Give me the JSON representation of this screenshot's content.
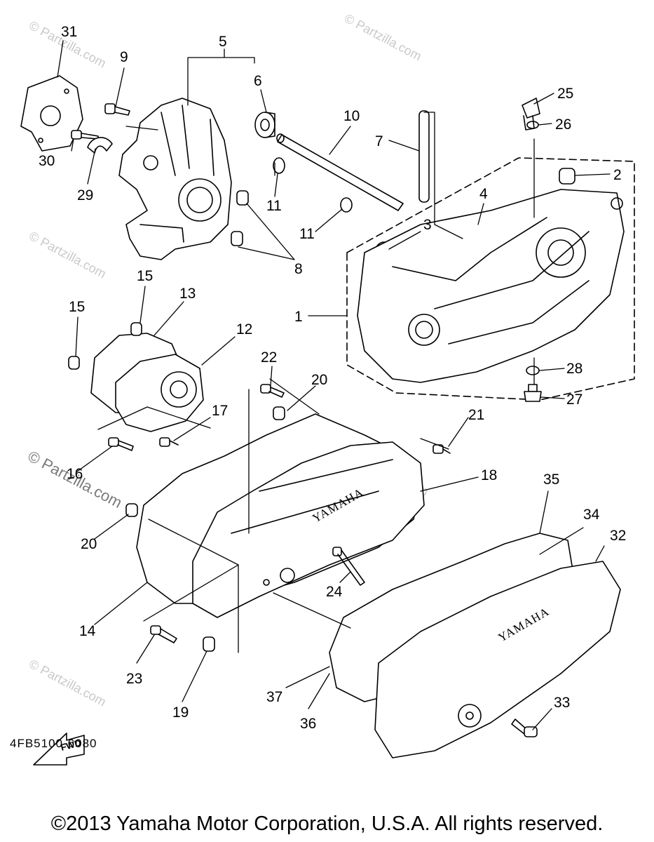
{
  "diagram": {
    "code": "4FB5100-6080",
    "copyright": "©2013 Yamaha Motor Corporation, U.S.A. All rights reserved.",
    "fwd_label": "FWD",
    "brand_mark": "YAMAHA",
    "watermark": "© Partzilla.com",
    "callouts": [
      {
        "id": "31",
        "label": "31"
      },
      {
        "id": "9",
        "label": "9"
      },
      {
        "id": "5",
        "label": "5"
      },
      {
        "id": "6",
        "label": "6"
      },
      {
        "id": "30",
        "label": "30"
      },
      {
        "id": "29",
        "label": "29"
      },
      {
        "id": "10",
        "label": "10"
      },
      {
        "id": "7",
        "label": "7"
      },
      {
        "id": "25",
        "label": "25"
      },
      {
        "id": "26",
        "label": "26"
      },
      {
        "id": "2",
        "label": "2"
      },
      {
        "id": "4",
        "label": "4"
      },
      {
        "id": "11a",
        "label": "11"
      },
      {
        "id": "11b",
        "label": "11"
      },
      {
        "id": "3",
        "label": "3"
      },
      {
        "id": "8",
        "label": "8"
      },
      {
        "id": "1",
        "label": "1"
      },
      {
        "id": "15a",
        "label": "15"
      },
      {
        "id": "13",
        "label": "13"
      },
      {
        "id": "15b",
        "label": "15"
      },
      {
        "id": "12",
        "label": "12"
      },
      {
        "id": "28",
        "label": "28"
      },
      {
        "id": "22",
        "label": "22"
      },
      {
        "id": "20a",
        "label": "20"
      },
      {
        "id": "27",
        "label": "27"
      },
      {
        "id": "17",
        "label": "17"
      },
      {
        "id": "21",
        "label": "21"
      },
      {
        "id": "16",
        "label": "16"
      },
      {
        "id": "18",
        "label": "18"
      },
      {
        "id": "35",
        "label": "35"
      },
      {
        "id": "34",
        "label": "34"
      },
      {
        "id": "32",
        "label": "32"
      },
      {
        "id": "20b",
        "label": "20"
      },
      {
        "id": "24",
        "label": "24"
      },
      {
        "id": "14",
        "label": "14"
      },
      {
        "id": "23",
        "label": "23"
      },
      {
        "id": "37",
        "label": "37"
      },
      {
        "id": "36",
        "label": "36"
      },
      {
        "id": "33",
        "label": "33"
      },
      {
        "id": "19",
        "label": "19"
      }
    ]
  }
}
